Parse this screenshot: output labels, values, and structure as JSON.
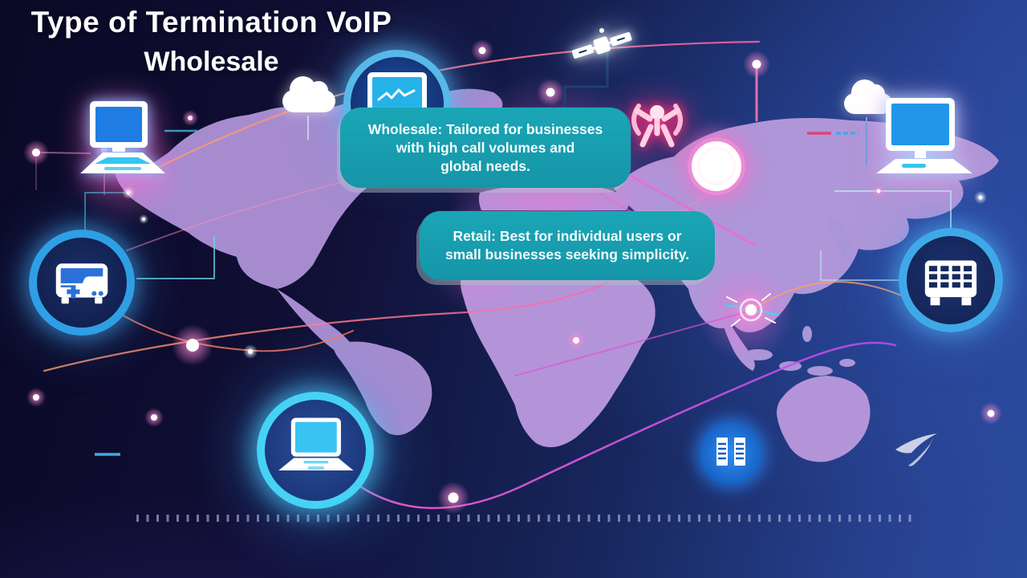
{
  "title": {
    "line1": "Type of Termination VoIP",
    "line2": "Wholesale"
  },
  "callouts": {
    "wholesale": {
      "lines": [
        "Wholesale: Tailored for businesses",
        "with high call volumes and",
        "global needs."
      ]
    },
    "retail": {
      "lines": [
        "Retail: Best for individual users or",
        "small businesses seeking simplicity."
      ]
    }
  },
  "icons": {
    "top_left": "laptop-icon",
    "top_center": "monitor-circle-icon",
    "cloud_left": "cloud-icon",
    "satellite": "satellite-icon",
    "broadcast": "broadcast-person-icon",
    "hub_node": "glow-ring-node",
    "cloud_right": "cloud-icon",
    "top_right": "desktop-computer-icon",
    "left_hub": "voip-gateway-circle-icon",
    "right_hub": "server-grid-circle-icon",
    "bottom_hub": "laptop-circle-icon",
    "data_center": "server-towers-icon",
    "paper_plane": "paper-plane-icon"
  },
  "colors": {
    "background_dark": "#0a0926",
    "background_light": "#2b4a9c",
    "map_purple": "#a88fd2",
    "callout_teal": "#179fb2",
    "text_white": "#ffffff",
    "accent_pink": "#ff6fae",
    "accent_cyan": "#3fc8f0",
    "hub_ring_blue": "#3fa9e8"
  }
}
